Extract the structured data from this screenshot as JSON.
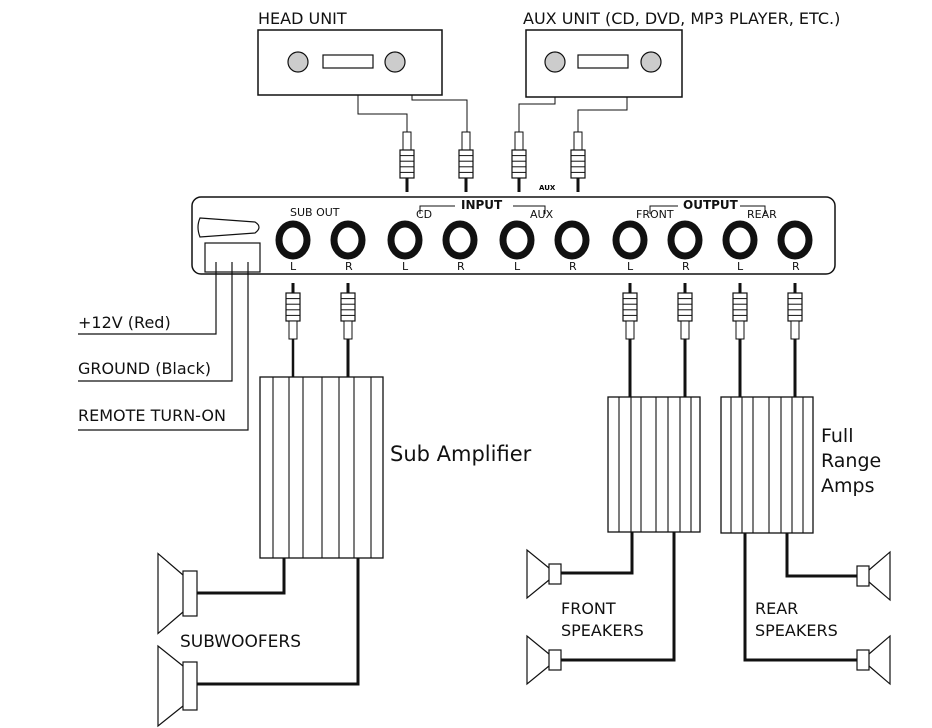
{
  "sources": {
    "head_unit": "HEAD UNIT",
    "aux_unit": "AUX UNIT (CD, DVD, MP3 PLAYER, ETC.)",
    "aux_plug_tag": "AUX"
  },
  "panel": {
    "sub_out": "SUB OUT",
    "input": "INPUT",
    "output": "OUTPUT",
    "cd": "CD",
    "aux": "AUX",
    "front": "FRONT",
    "rear": "REAR",
    "jack_labels": [
      "L",
      "R",
      "L",
      "R",
      "L",
      "R",
      "L",
      "R",
      "L",
      "R"
    ]
  },
  "power": {
    "plus12v": "+12V (Red)",
    "ground": "GROUND (Black)",
    "remote": "REMOTE TURN-ON"
  },
  "amps": {
    "sub": "Sub Amplifier",
    "full_range": [
      "Full",
      "Range",
      "Amps"
    ]
  },
  "speakers": {
    "subwoofers": "SUBWOOFERS",
    "front": [
      "FRONT",
      "SPEAKERS"
    ],
    "rear": [
      "REAR",
      "SPEAKERS"
    ]
  }
}
